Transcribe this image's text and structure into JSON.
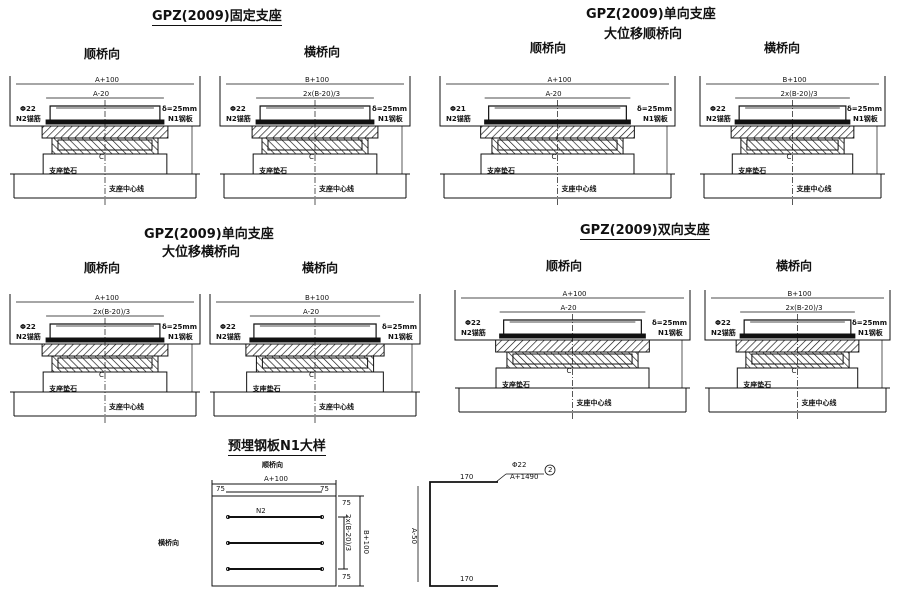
{
  "titles": {
    "fixed": "GPZ(2009)固定支座",
    "unidir_long": "GPZ(2009)单向支座",
    "unidir_long_sub": "大位移顺桥向",
    "unidir_trans": "GPZ(2009)单向支座",
    "unidir_trans_sub": "大位移横桥向",
    "bidir": "GPZ(2009)双向支座",
    "detail": "预埋钢板N1大样"
  },
  "views": {
    "longitudinal": "顺桥向",
    "transverse": "横桥向"
  },
  "labels": {
    "anchor22": "Φ22",
    "anchor21": "Φ21",
    "n2": "N2锚筋",
    "n1": "N1钢板",
    "delta": "δ=25mm",
    "pad": "支座垫石",
    "center": "支座中心线",
    "a100": "A+100",
    "b100": "B+100",
    "a20": "A-20",
    "ab": "2x(B-20)/3",
    "c": "C"
  },
  "detail": {
    "dir": "顺桥向",
    "side_dir": "横桥向",
    "dim75": "75",
    "a100": "A+100",
    "n2": "N2",
    "b20": "2x(B-20)/3",
    "b100": "B+100",
    "bar_size": "Φ22",
    "bar_len": "A+1490",
    "bar_no": "2",
    "hook": "170",
    "vert": "A-50"
  }
}
